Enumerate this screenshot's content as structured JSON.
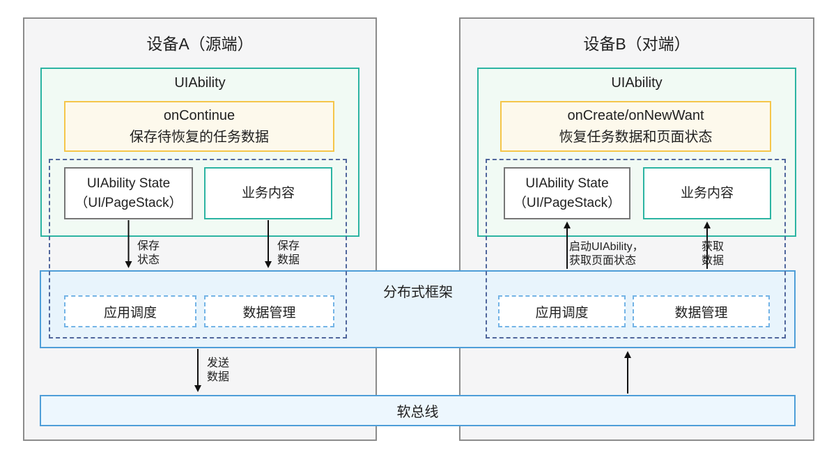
{
  "colors": {
    "device_border": "#8c8c8c",
    "device_bg": "#f5f5f6",
    "teal_border": "#2cb4a2",
    "mint_bg": "#f1faf4",
    "yellow_border": "#f5c64a",
    "cream_bg": "#fdf9ec",
    "navy_dash": "#50669c",
    "lightblue_dash": "#74b4e6",
    "blue_border": "#4e9ed8",
    "blue_bg": "#e8f4fc",
    "bus_bg": "#edf7fe",
    "gray_border": "#767676",
    "text": "#212121",
    "arrow": "#111111"
  },
  "device_a": {
    "title": "设备A（源端）",
    "uiability_label": "UIAbility",
    "callback_line1": "onContinue",
    "callback_line2": "保存待恢复的任务数据",
    "state_line1": "UIAbility State",
    "state_line2": "（UI/PageStack）",
    "business_label": "业务内容"
  },
  "device_b": {
    "title": "设备B（对端）",
    "uiability_label": "UIAbility",
    "callback_line1": "onCreate/onNewWant",
    "callback_line2": "恢复任务数据和页面状态",
    "state_line1": "UIAbility State",
    "state_line2": "（UI/PageStack）",
    "business_label": "业务内容"
  },
  "framework": {
    "label": "分布式框架",
    "device_a_modules": [
      "应用调度",
      "数据管理"
    ],
    "device_b_modules": [
      "应用调度",
      "数据管理"
    ]
  },
  "softbus": {
    "label": "软总线"
  },
  "arrows": {
    "save_state": [
      "保存",
      "状态"
    ],
    "save_data": [
      "保存",
      "数据"
    ],
    "send_data": [
      "发送",
      "数据"
    ],
    "start_ability": [
      "启动UIAbility，",
      "获取页面状态"
    ],
    "get_data": [
      "获取",
      "数据"
    ]
  }
}
